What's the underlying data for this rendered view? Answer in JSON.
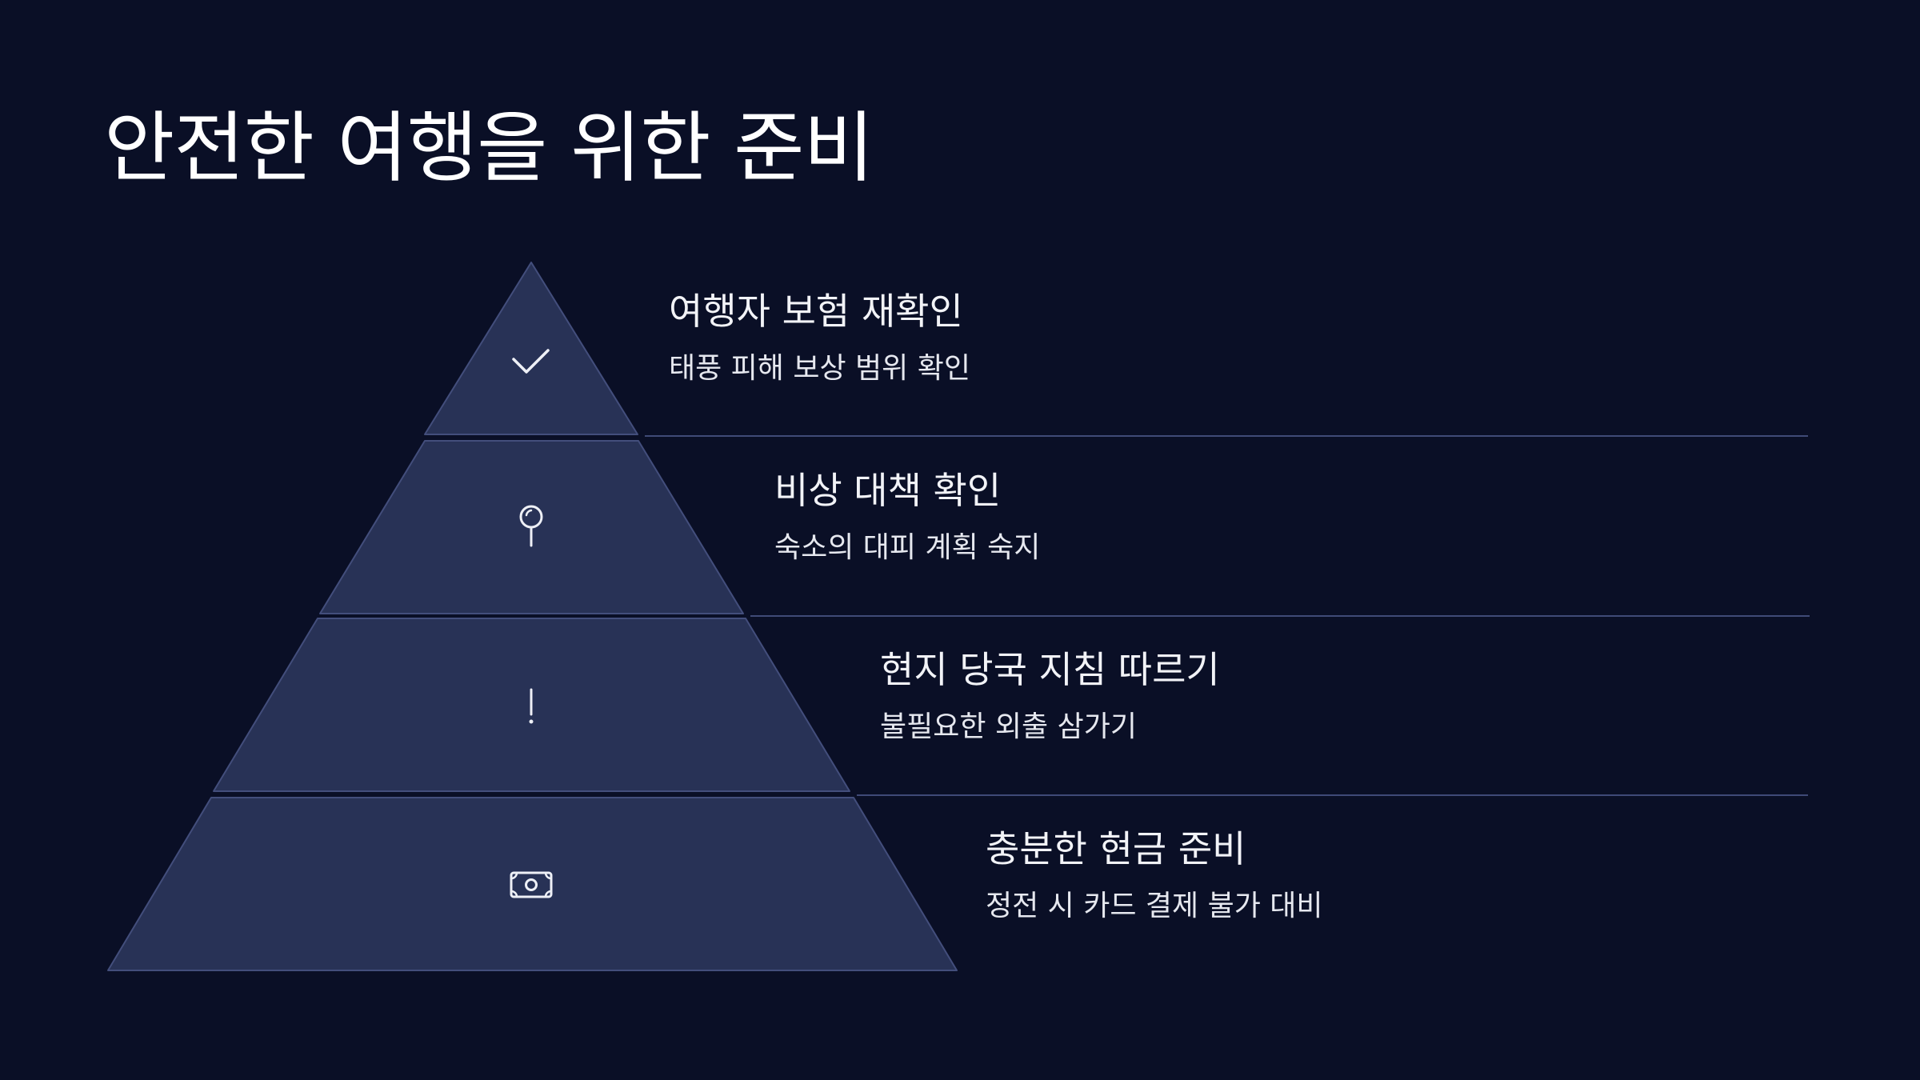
{
  "title": "안전한 여행을 위한 준비",
  "colors": {
    "background": "#0a0f26",
    "tier_fill": "#283256",
    "tier_stroke": "#434e7c",
    "separator": "#3f4a77",
    "text": "#ffffff"
  },
  "tiers": [
    {
      "icon": "check-icon",
      "heading": "여행자 보험 재확인",
      "description": "태풍 피해 보상 범위 확인"
    },
    {
      "icon": "pin-icon",
      "heading": "비상 대책 확인",
      "description": "숙소의 대피 계획 숙지"
    },
    {
      "icon": "exclamation-icon",
      "heading": "현지 당국 지침 따르기",
      "description": "불필요한 외출 삼가기"
    },
    {
      "icon": "cash-icon",
      "heading": "충분한 현금 준비",
      "description": "정전 시 카드 결제 불가 대비"
    }
  ]
}
